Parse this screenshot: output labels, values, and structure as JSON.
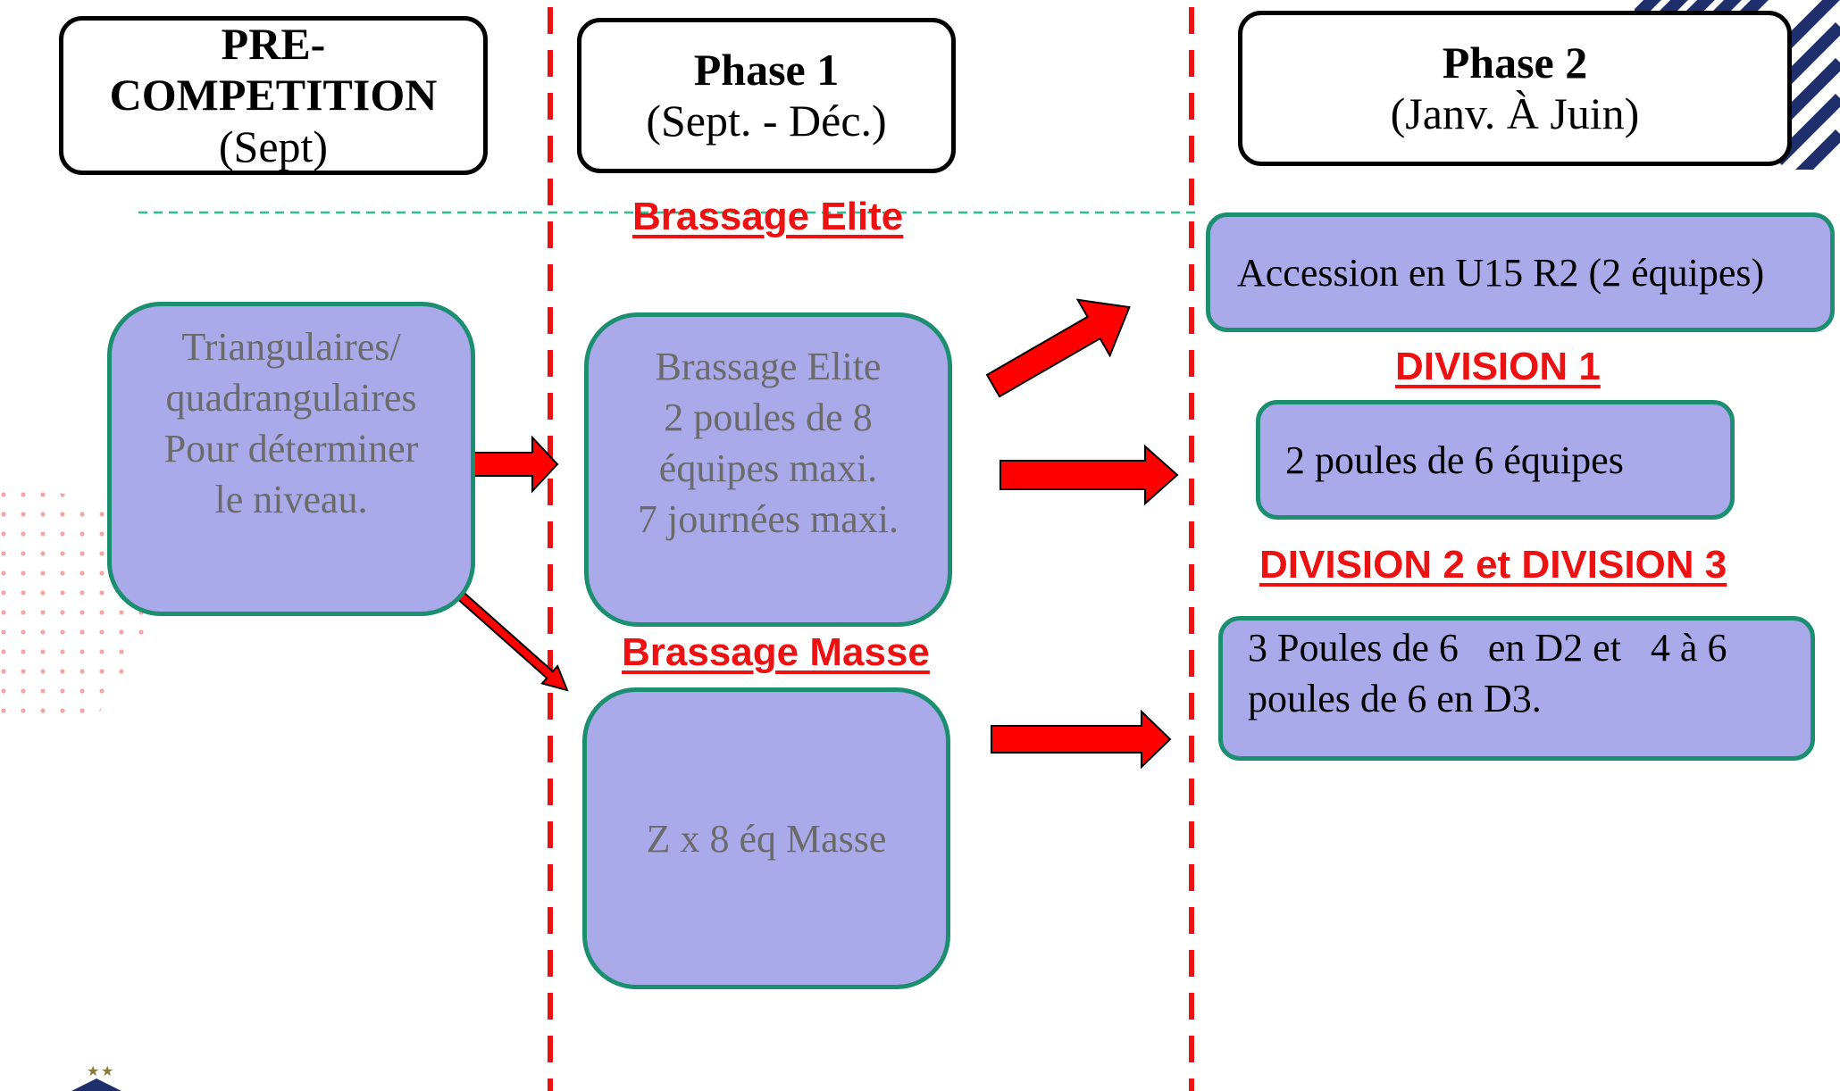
{
  "headers": {
    "pre": {
      "line1": "PRE-",
      "line2": "COMPETITION",
      "sub": "(Sept)"
    },
    "phase1": {
      "title": "Phase 1",
      "sub": "(Sept. - Déc.)"
    },
    "phase2": {
      "title": "Phase 2",
      "sub": "(Janv. À Juin)"
    }
  },
  "labels": {
    "brassage_elite": "Brassage Elite",
    "brassage_masse": "Brassage Masse",
    "division1": "DIVISION 1",
    "division23": "DIVISION 2 et DIVISION 3"
  },
  "boxes": {
    "pre": [
      "Triangulaires/",
      "quadrangulaires",
      "Pour déterminer",
      "le niveau."
    ],
    "elite": [
      "Brassage Elite",
      "2 poules de 8",
      "équipes maxi.",
      "7 journées maxi."
    ],
    "masse": [
      "Z x 8 éq Masse"
    ],
    "accession": "Accession en U15 R2 (2 équipes)",
    "div1": "2 poules de 6 équipes",
    "div23": [
      "3 Poules de 6   en D2 et   4 à 6",
      "poules de 6 en D3."
    ]
  },
  "colors": {
    "accent_red": "#ee1111",
    "box_fill": "#aaaaea",
    "box_border": "#1b8f6f",
    "navy": "#1f2f6b"
  },
  "icons": [
    "navy-stripe-decoration",
    "red-dot-pattern",
    "stars-logo"
  ]
}
